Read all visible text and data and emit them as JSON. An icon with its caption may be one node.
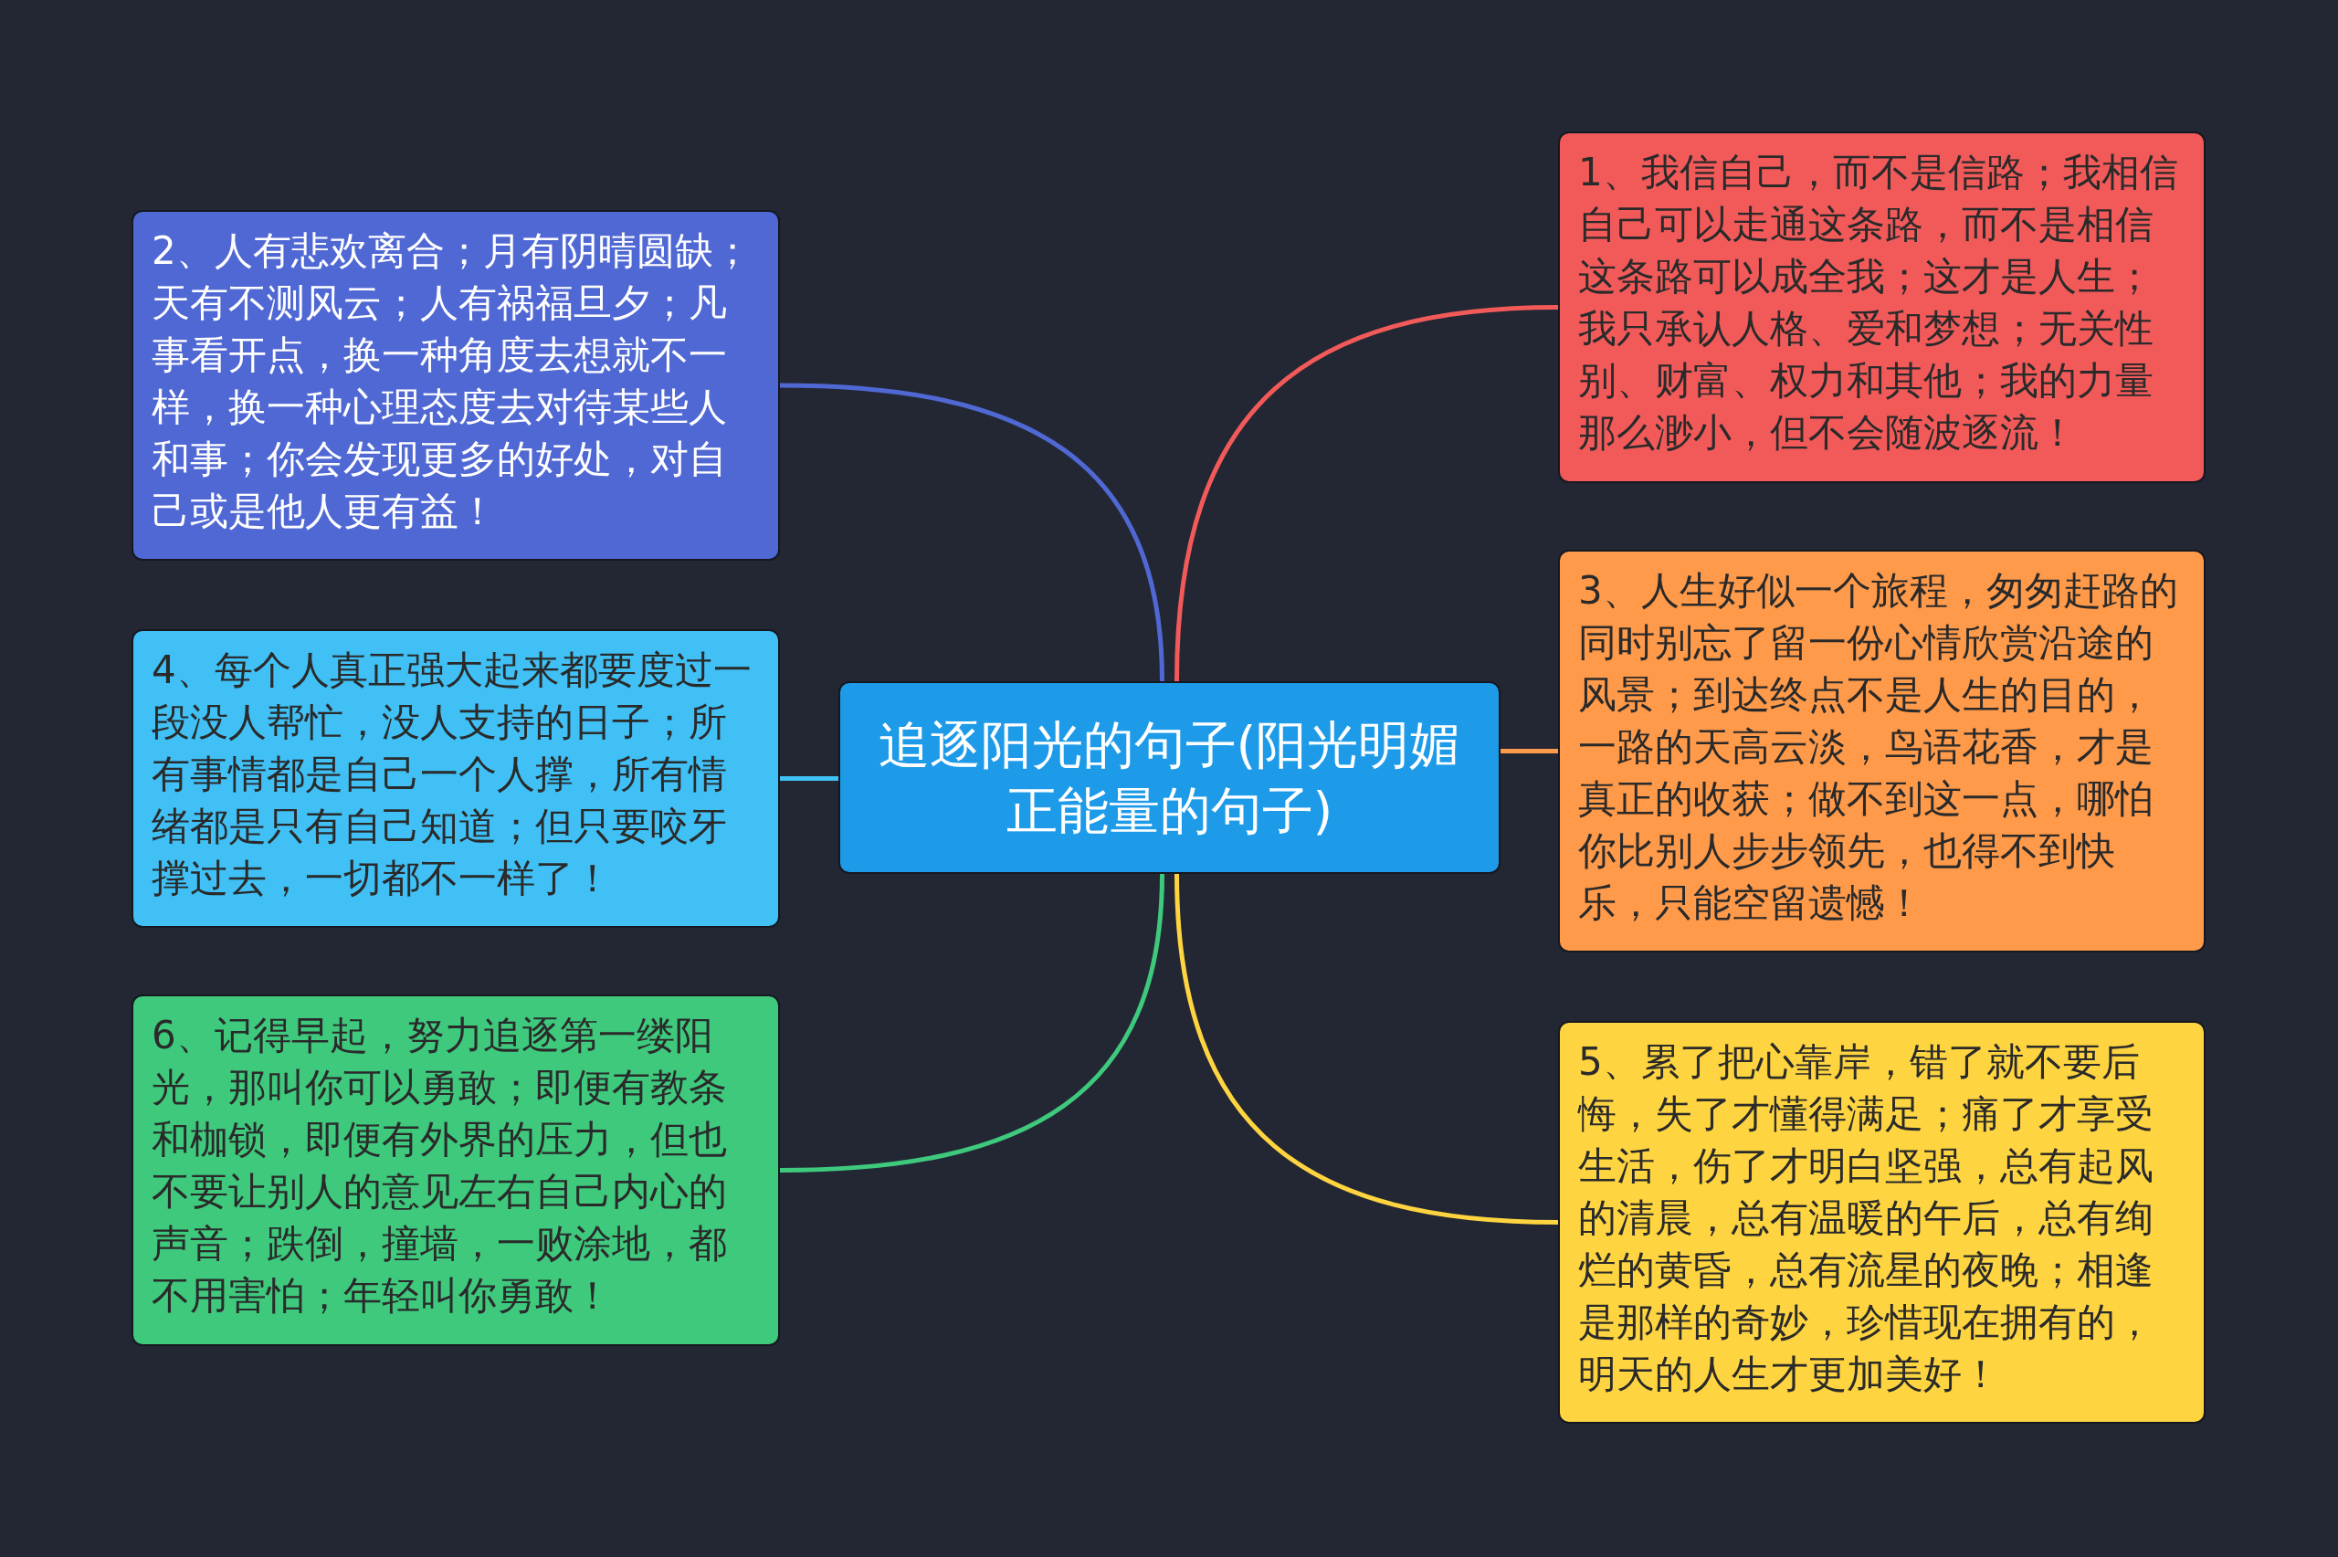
{
  "diagram": {
    "nodes": [
      {
        "text": [
          "追逐阳光的句子(阳光明媚正能量的句子)"
        ]
      },
      {
        "text": [
          "1、我信自己，而不是信路；我相信自己可以走通这条路，而不是相信这条路可以成全我；这才是人生；我只承认人格、爱和梦想；无关性别、财富、权力和其他；我的力量那么渺小，但不会随波逐流！"
        ]
      },
      {
        "text": [
          "2、人有悲欢离合；月有阴晴圆缺；天有不测风云；人有祸福旦夕；凡事看开点，换一种角度去想就不一样，换一种心理态度去对待某些人和事；你会发现更多的好处，对自己或是他人更有益！"
        ]
      },
      {
        "text": [
          "3、人生好似一个旅程，匆匆赶路的同时别忘了留一份心情欣赏沿途的风景；到达终点不是人生的目的，一路的天高云淡，鸟语花香，才是真正的收获；做不到这一点，哪怕你比别人步步领先，也得不到快乐，只能空留遗憾！"
        ]
      },
      {
        "text": [
          "4、每个人真正强大起来都要度过一段没人帮忙，没人支持的日子；所有事情都是自己一个人撑，所有情绪都是只有自己知道；但只要咬牙撑过去，一切都不一样了！"
        ]
      },
      {
        "text": [
          "5、累了把心靠岸，错了就不要后悔，失了才懂得满足；痛了才享受生活，伤了才明白坚强，总有起风的清晨，总有温暖的午后，总有绚烂的黄昏，总有流星的夜晚；相逢是那样的奇妙，珍惜现在拥有的，明天的人生才更加美好！"
        ]
      },
      {
        "text": [
          "6、记得早起，努力追逐第一缕阳光，那叫你可以勇敢；即便有教条和枷锁，即便有外界的压力，但也不要让别人的意见左右自己内心的声音；跌倒，撞墙，一败涂地，都不用害怕；年轻叫你勇敢！"
        ]
      }
    ],
    "edges": [
      {
        "from": 0,
        "to": 1,
        "arrow": "none",
        "color": "#f25a5a"
      },
      {
        "from": 0,
        "to": 2,
        "arrow": "none",
        "color": "#5068d4"
      },
      {
        "from": 0,
        "to": 3,
        "arrow": "none",
        "color": "#ff9a4a"
      },
      {
        "from": 0,
        "to": 4,
        "arrow": "none",
        "color": "#40c0f5"
      },
      {
        "from": 0,
        "to": 5,
        "arrow": "none",
        "color": "#fed440"
      },
      {
        "from": 0,
        "to": 6,
        "arrow": "none",
        "color": "#3ec97d"
      }
    ]
  }
}
